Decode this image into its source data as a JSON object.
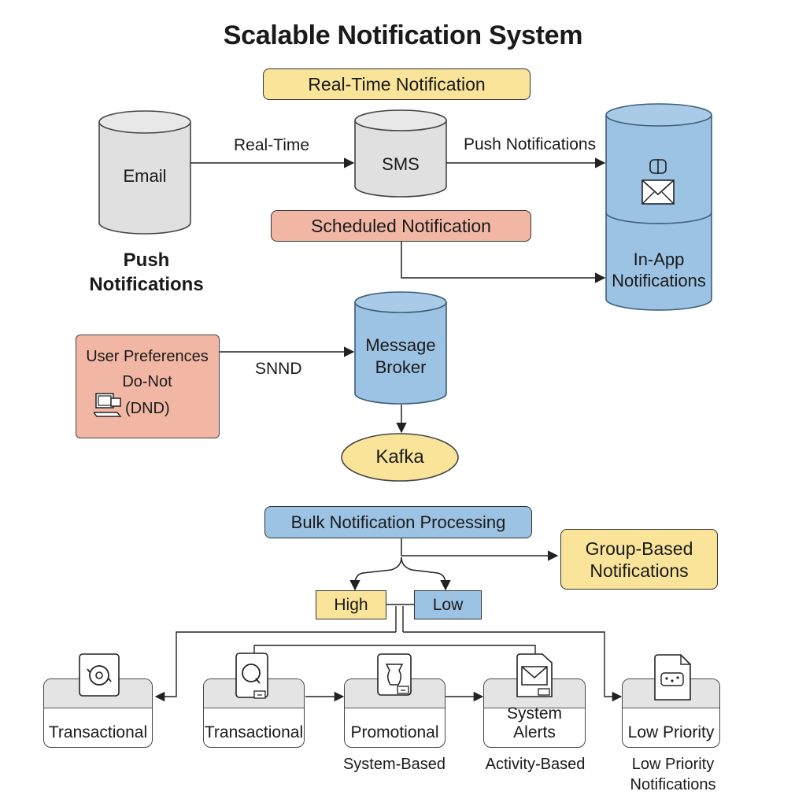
{
  "title": "Scalable Notification System",
  "colors": {
    "yellow": "#f9e49a",
    "salmon": "#f2b7a4",
    "blue": "#9cc3e4",
    "gray": "#e0e0e0"
  },
  "nodes": {
    "real_time_notification": "Real-Time Notification",
    "scheduled_notification": "Scheduled Notification",
    "email": "Email",
    "sms": "SMS",
    "in_app_line1": "In-App",
    "in_app_line2": "Notifications",
    "push_line1": "Push",
    "push_line2": "Notifications",
    "user_pref_line1": "User Preferences",
    "user_pref_line2": "Do-Not",
    "user_pref_line3": "(DND)",
    "broker_line1": "Message",
    "broker_line2": "Broker",
    "kafka": "Kafka",
    "bulk": "Bulk Notification Processing",
    "group_line1": "Group-Based",
    "group_line2": "Notifications",
    "high": "High",
    "low": "Low"
  },
  "edge_labels": {
    "email_sms": "Real-Time",
    "sms_inapp": "Push Notifications",
    "pref_broker": "SNND"
  },
  "cards": [
    {
      "label": "Transactional",
      "icon": "sync-icon"
    },
    {
      "label": "Transactional",
      "icon": "document-icon"
    },
    {
      "label": "Promotional",
      "icon": "vase-icon"
    },
    {
      "label": "System Alerts",
      "icon": "envelope-icon"
    },
    {
      "label": "Low Priority",
      "icon": "file-icon"
    }
  ],
  "card_sublabels": {
    "promotional": "System-Based",
    "system_alerts": "Activity-Based",
    "low_priority_line1": "Low Priority",
    "low_priority_line2": "Notifications"
  }
}
